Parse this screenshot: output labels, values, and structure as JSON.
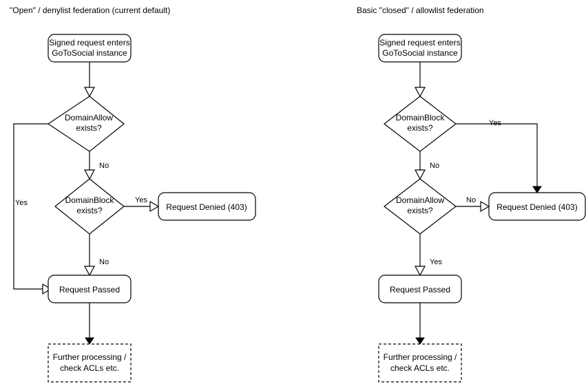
{
  "diagrams": [
    {
      "title": "\"Open\" / denylist federation (current default)",
      "nodes": {
        "start_line1": "Signed request enters",
        "start_line2": "GoToSocial instance",
        "decision1_line1": "DomainAllow",
        "decision1_line2": "exists?",
        "decision2_line1": "DomainBlock",
        "decision2_line2": "exists?",
        "denied": "Request Denied (403)",
        "passed": "Request Passed",
        "further_line1": "Further processing /",
        "further_line2": "check ACLs etc."
      },
      "edges": {
        "decision1_yes": "Yes",
        "decision1_no": "No",
        "decision2_yes": "Yes",
        "decision2_no": "No"
      }
    },
    {
      "title": "Basic \"closed\" / allowlist federation",
      "nodes": {
        "start_line1": "Signed request enters",
        "start_line2": "GoToSocial instance",
        "decision1_line1": "DomainBlock",
        "decision1_line2": "exists?",
        "decision2_line1": "DomainAllow",
        "decision2_line2": "exists?",
        "denied": "Request Denied (403)",
        "passed": "Request Passed",
        "further_line1": "Further processing /",
        "further_line2": "check ACLs etc."
      },
      "edges": {
        "decision1_yes": "Yes",
        "decision1_no": "No",
        "decision2_no": "No",
        "decision2_yes": "Yes"
      }
    }
  ],
  "colors": {
    "stroke": "#000000",
    "fill": "#ffffff",
    "text": "#000000"
  }
}
